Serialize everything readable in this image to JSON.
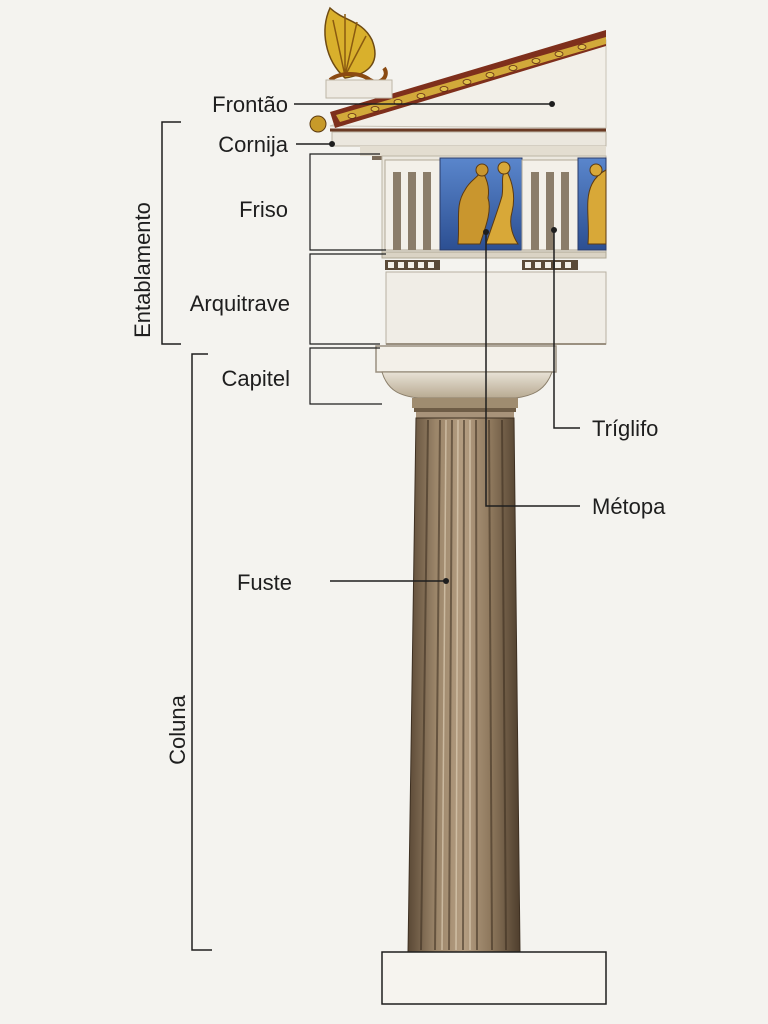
{
  "labels": {
    "frontao": "Frontão",
    "cornija": "Cornija",
    "friso": "Friso",
    "arquitrave": "Arquitrave",
    "capitel": "Capitel",
    "fuste": "Fuste",
    "triglifo": "Tríglifo",
    "metopa": "Métopa",
    "entablamento": "Entablamento",
    "coluna": "Coluna"
  },
  "colors": {
    "background": "#f4f3ef",
    "line": "#1e1e1e",
    "column_shaft": "#8a7458",
    "stone_light": "#eeeae2",
    "metope_blue": "#3a62a8",
    "ornament_gold": "#c9a12a",
    "cornice_red": "#9a3b24"
  }
}
